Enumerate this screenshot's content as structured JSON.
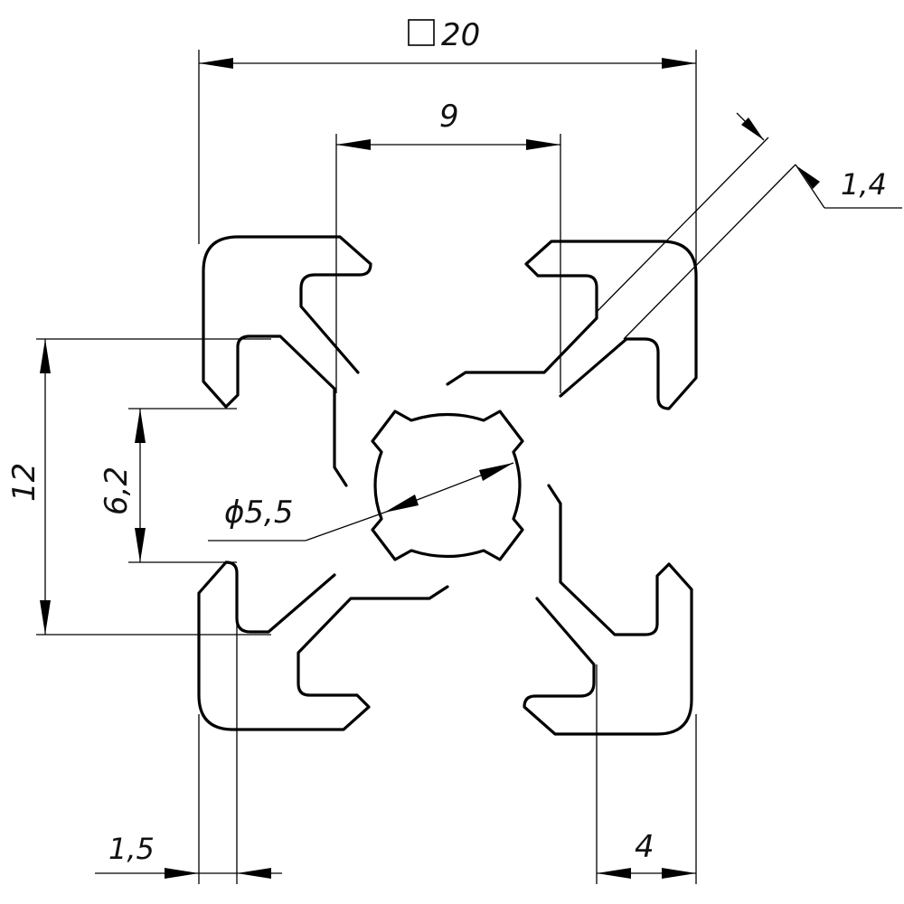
{
  "drawing": {
    "dimensions": {
      "overall": "20",
      "slot_opening": "9",
      "wall": "1,4",
      "outer_height": "12",
      "inner_height": "6,2",
      "bore": "ϕ5,5",
      "edge_thickness": "1,5",
      "flange_depth": "4"
    },
    "colors": {
      "line": "#000000",
      "background": "#ffffff"
    }
  }
}
